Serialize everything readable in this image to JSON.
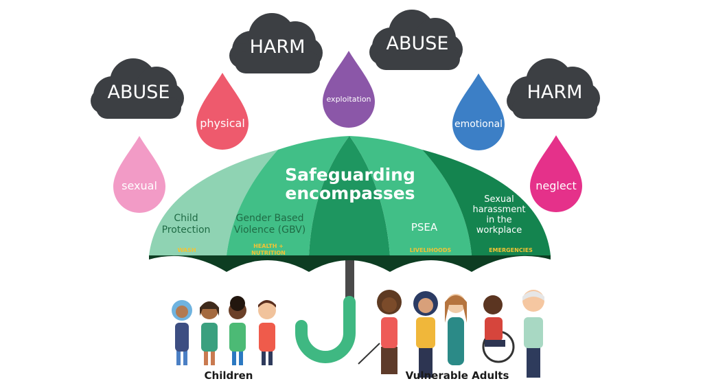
{
  "clouds": [
    {
      "label": "ABUSE",
      "color": "#3c3f43"
    },
    {
      "label": "HARM",
      "color": "#3c3f43"
    },
    {
      "label": "ABUSE",
      "color": "#3c3f43"
    },
    {
      "label": "HARM",
      "color": "#3c3f43"
    }
  ],
  "drops": [
    {
      "label": "sexual",
      "color": "#f29bc6"
    },
    {
      "label": "physical",
      "color": "#ee5a6d"
    },
    {
      "label": "exploitation",
      "color": "#8b57a8"
    },
    {
      "label": "emotional",
      "color": "#3c7fc6"
    },
    {
      "label": "neglect",
      "color": "#e5318a"
    }
  ],
  "umbrella": {
    "title_line1": "Safeguarding",
    "title_line2": "encompasses",
    "panels": [
      {
        "lines": [
          "Child",
          "Protection"
        ]
      },
      {
        "lines": [
          "Gender Based",
          "Violence (GBV)"
        ]
      },
      {
        "lines": [
          "PSEA"
        ]
      },
      {
        "lines": [
          "Sexual",
          "harassment",
          "in the",
          "workplace"
        ]
      }
    ],
    "rim_labels": [
      {
        "lines": [
          "WASH"
        ]
      },
      {
        "lines": [
          "HEALTH +",
          "NUTRITION"
        ]
      },
      {
        "lines": [
          "LIVELIHOODS"
        ]
      },
      {
        "lines": [
          "EMERGENCIES"
        ]
      }
    ],
    "colors": {
      "light": "#8fd3b3",
      "mid": "#41bf87",
      "dark": "#1e9660",
      "darker": "#14844f",
      "rim": "#0d3d22",
      "rim_text": "#f2c334",
      "handle": "#3fb882"
    }
  },
  "groups": {
    "children_label": "Children",
    "adults_label": "Vulnerable Adults"
  }
}
